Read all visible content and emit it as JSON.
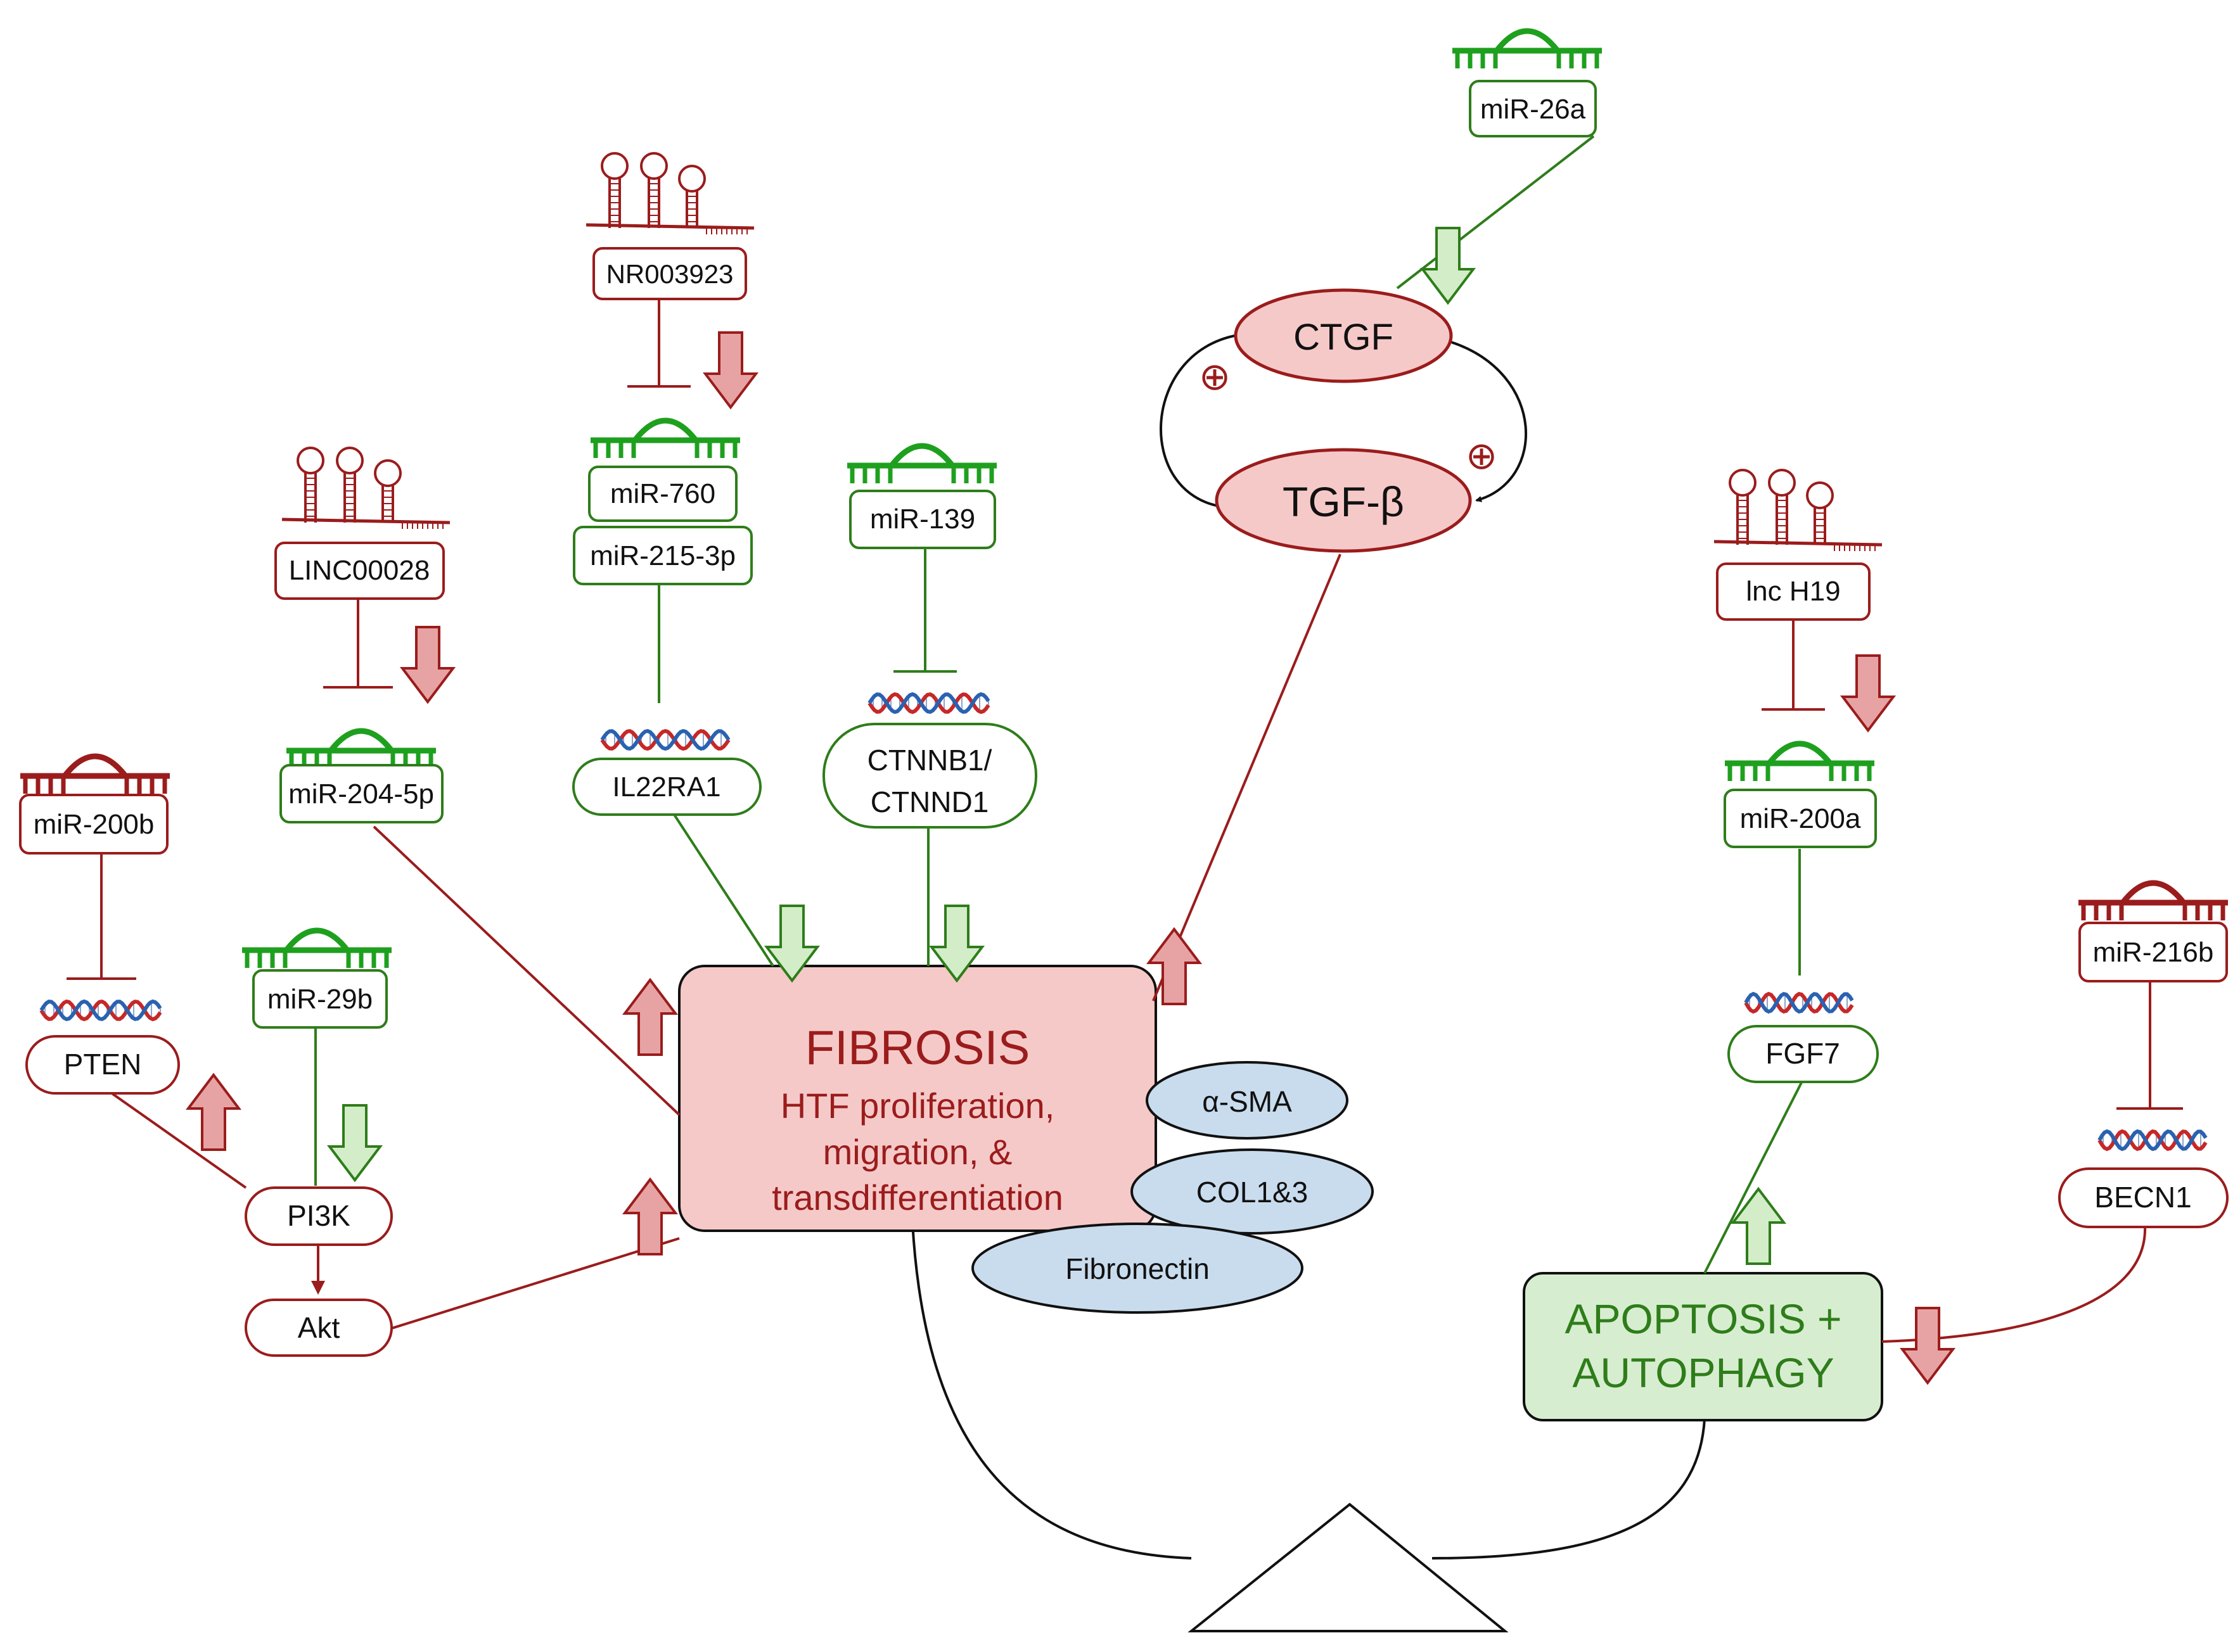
{
  "colors": {
    "red": "#9b1c1c",
    "red_fill": "#f6c9c9",
    "red_arrow_fill": "#e7a3a3",
    "green": "#2e7d1a",
    "green_bright": "#1ea01e",
    "green_fill": "#d7edd0",
    "green_arrow_fill": "#d3edc8",
    "blue_fill": "#c9dcee",
    "helix_red": "#c62828",
    "helix_blue": "#2a62b0",
    "black": "#111111"
  },
  "fibrosis": {
    "title": "FIBROSIS",
    "line1": "HTF proliferation,",
    "line2": "migration, &",
    "line3": "transdifferentiation"
  },
  "apoptosis": {
    "line1": "APOPTOSIS +",
    "line2": "AUTOPHAGY"
  },
  "markers": {
    "asma": "α-SMA",
    "col": "COL1&3",
    "fibronectin": "Fibronectin"
  },
  "loop": {
    "ctgf": "CTGF",
    "tgfb": "TGF-β",
    "plus": "⊕"
  },
  "nodes": {
    "mir26a": "miR-26a",
    "nr003923": "NR003923",
    "mir760": "miR-760",
    "mir215": "miR-215-3p",
    "il22ra1": "IL22RA1",
    "mir139": "miR-139",
    "ctnnb1_l1": "CTNNB1/",
    "ctnnb1_l2": "CTNND1",
    "linc00028": "LINC00028",
    "mir204": "miR-204-5p",
    "mir200b": "miR-200b",
    "pten": "PTEN",
    "mir29b": "miR-29b",
    "pi3k": "PI3K",
    "akt": "Akt",
    "lnch19": "lnc H19",
    "mir200a": "miR-200a",
    "fgf7": "FGF7",
    "mir216b": "miR-216b",
    "becn1": "BECN1"
  }
}
